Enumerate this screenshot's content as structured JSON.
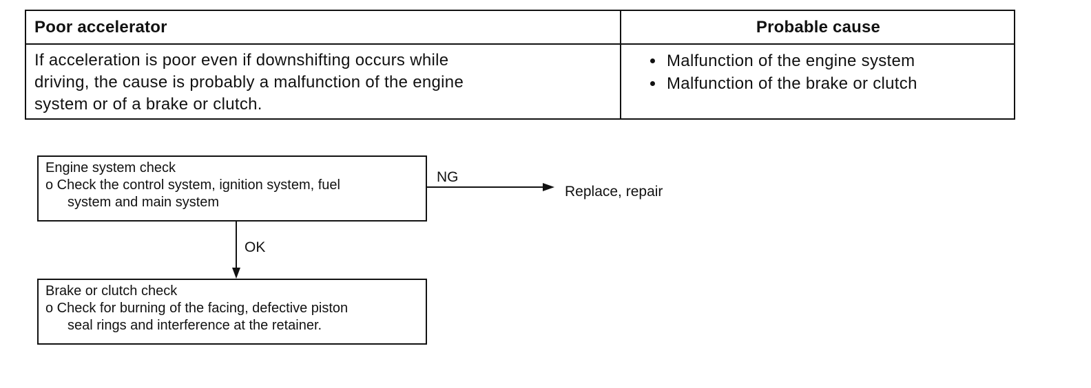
{
  "table": {
    "header_left": "Poor accelerator",
    "header_right": "Probable cause",
    "description_lines": [
      "If acceleration is poor even if downshifting occurs while",
      "driving, the cause is probably a malfunction of the engine",
      "system or of a brake or clutch."
    ],
    "probable_causes": [
      "Malfunction of the engine system",
      "Malfunction of the brake or clutch"
    ]
  },
  "flowchart": {
    "engine_check": {
      "title": "Engine system check",
      "line1": "o Check the control system, ignition system, fuel",
      "line2": "system and main system"
    },
    "ng_label": "NG",
    "ng_result": "Replace, repair",
    "ok_label": "OK",
    "brake_check": {
      "title": "Brake or clutch check",
      "line1": "o Check for burning of the facing, defective piston",
      "line2": "seal rings and interference at the retainer."
    }
  }
}
